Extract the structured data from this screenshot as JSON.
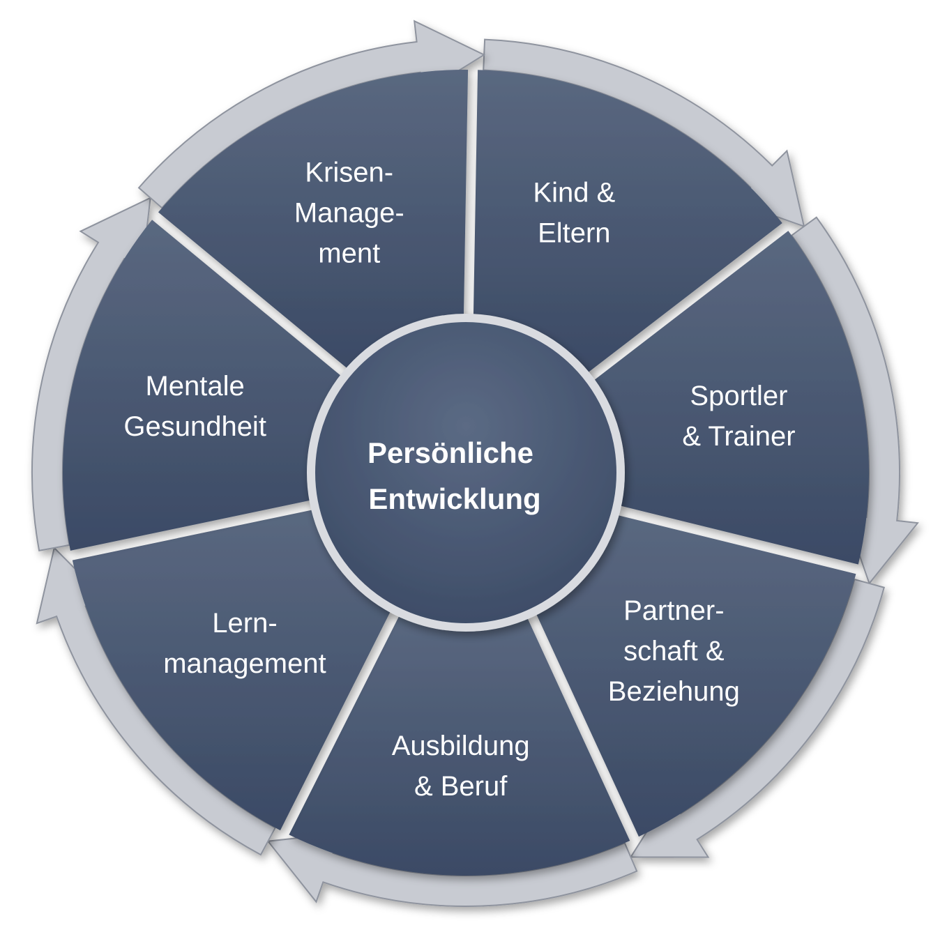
{
  "center": {
    "lines": [
      "Persönliche",
      "Entwicklung"
    ]
  },
  "segments": [
    {
      "id": "kind-eltern",
      "lines": [
        "Kind &",
        "Eltern"
      ]
    },
    {
      "id": "sportler-trainer",
      "lines": [
        "Sportler",
        "& Trainer"
      ]
    },
    {
      "id": "partnerschaft-beziehung",
      "lines": [
        "Partner-",
        "schaft &",
        "Beziehung"
      ]
    },
    {
      "id": "ausbildung-beruf",
      "lines": [
        "Ausbildung",
        "& Beruf"
      ]
    },
    {
      "id": "lernmanagement",
      "lines": [
        "Lern-",
        "management"
      ]
    },
    {
      "id": "mentale-gesundheit",
      "lines": [
        "Mentale",
        "Gesundheit"
      ]
    },
    {
      "id": "krisen-management",
      "lines": [
        "Krisen-",
        "Manage-",
        "ment"
      ]
    }
  ],
  "colors": {
    "segment_top": "#5a6880",
    "segment_bottom": "#3b4a65",
    "arrow_light": "#c8cbd2",
    "arrow_dark": "#8e939e",
    "center_ring": "#d9dbe0",
    "background": "#ffffff"
  }
}
